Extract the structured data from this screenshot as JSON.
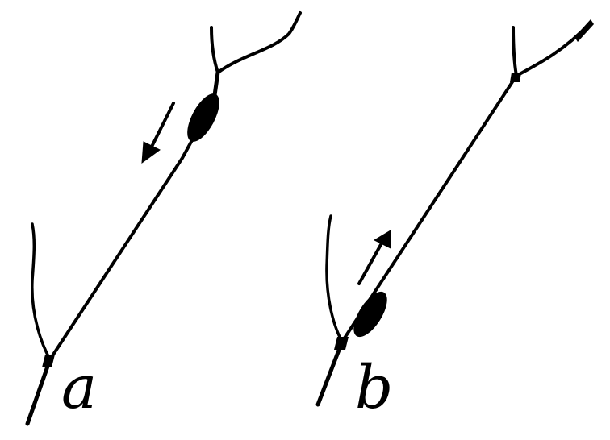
{
  "figure": {
    "panels": [
      {
        "id": "a",
        "label": "a",
        "arrow_direction": "down-left"
      },
      {
        "id": "b",
        "label": "b",
        "arrow_direction": "up-right"
      }
    ],
    "colors": {
      "ink": "#000000",
      "background": "#ffffff"
    }
  }
}
